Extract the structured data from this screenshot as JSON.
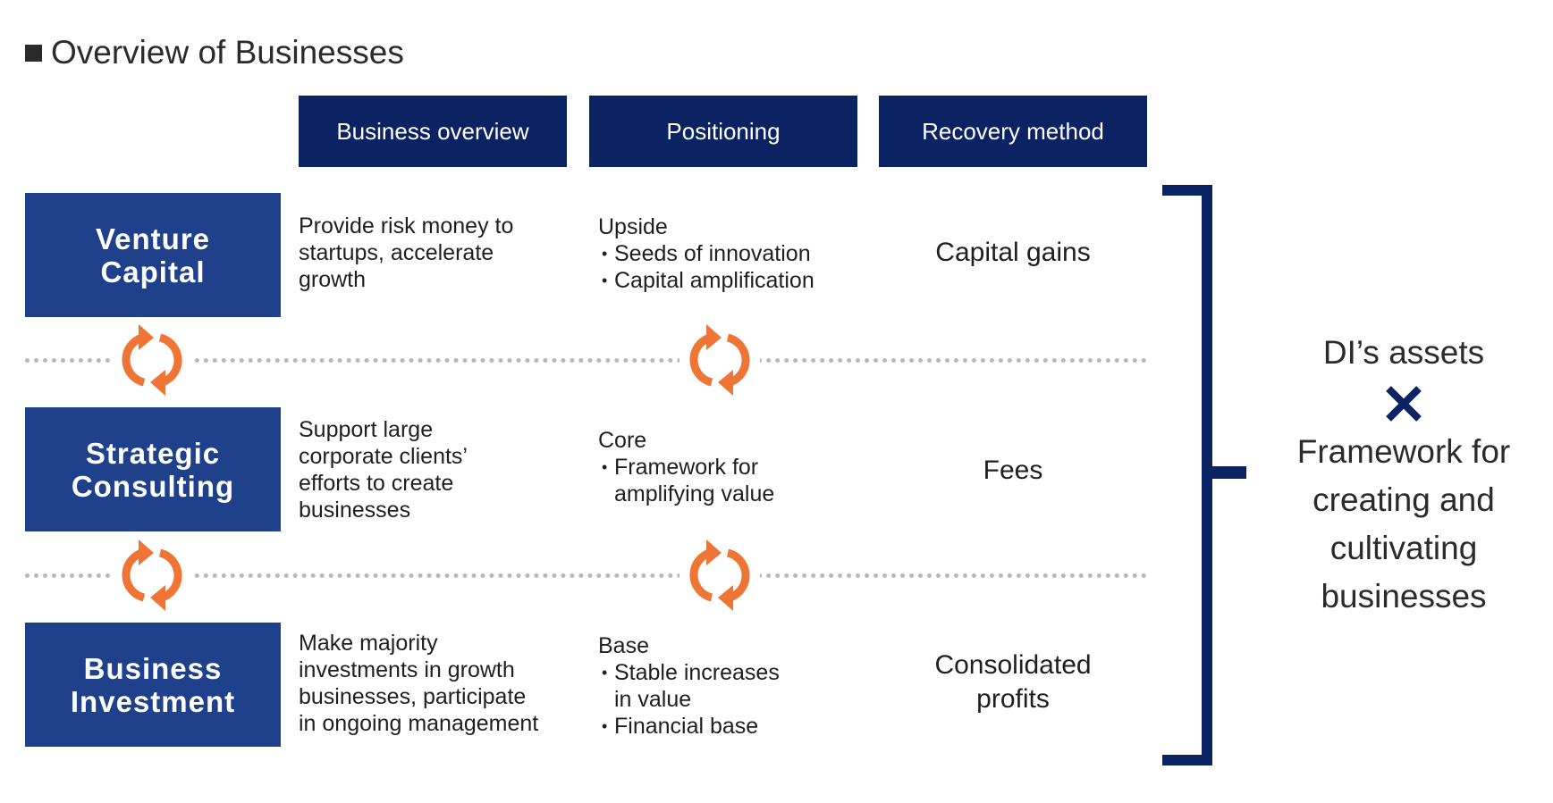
{
  "title": "Overview of Businesses",
  "colors": {
    "header_navy": "#0b2362",
    "row_blue": "#1f418c",
    "accent_orange": "#ef7536",
    "divider_gray": "#b5b8bd"
  },
  "columns": [
    "Business overview",
    "Positioning",
    "Recovery method"
  ],
  "rows": [
    {
      "label": "Venture\nCapital",
      "overview": "Provide risk money to\nstartups, accelerate\ngrowth",
      "positioning_heading": "Upside",
      "positioning_items": [
        "Seeds of innovation",
        "Capital amplification"
      ],
      "recovery": "Capital gains"
    },
    {
      "label": "Strategic\nConsulting",
      "overview": "Support large\ncorporate clients’\nefforts to create\nbusinesses",
      "positioning_heading": "Core",
      "positioning_items": [
        "Framework for\namplifying value"
      ],
      "recovery": "Fees"
    },
    {
      "label": "Business\nInvestment",
      "overview": "Make majority\ninvestments in growth\nbusinesses, participate\nin ongoing management",
      "positioning_heading": "Base",
      "positioning_items": [
        "Stable increases\nin value",
        "Financial base"
      ],
      "recovery": "Consolidated\nprofits"
    }
  ],
  "cycle_icon": "refresh-cycle-icon",
  "assets": {
    "line1": "DI’s assets",
    "times_icon": "times-icon",
    "line2": "Framework for",
    "line3": "creating and",
    "line4": "cultivating",
    "line5": "businesses"
  }
}
